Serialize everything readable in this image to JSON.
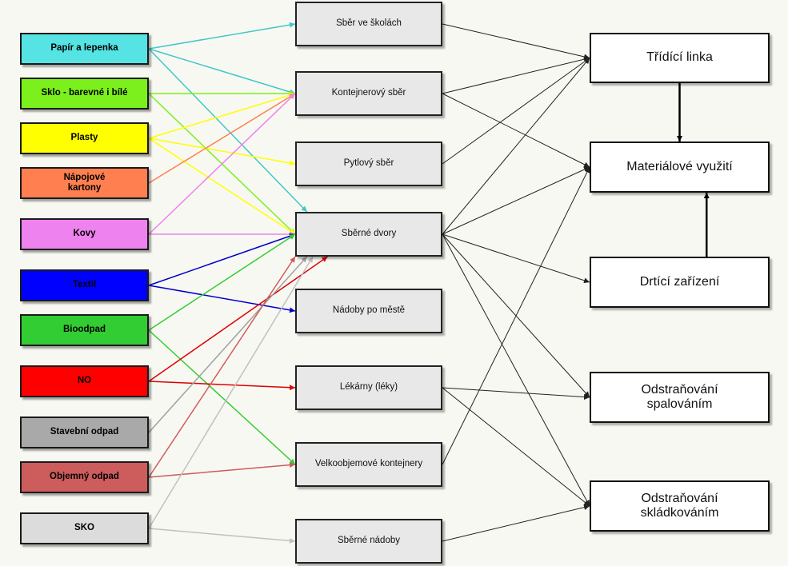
{
  "sources": [
    {
      "id": "papir",
      "label": "Papír a lepenka",
      "color": "#55e3e3"
    },
    {
      "id": "sklo",
      "label": "Sklo - barevné i bílé",
      "color": "#7cf01c"
    },
    {
      "id": "plasty",
      "label": "Plasty",
      "color": "#ffff00"
    },
    {
      "id": "napojove",
      "label": "Nápojové\nkartony",
      "color": "#ff7f50"
    },
    {
      "id": "kovy",
      "label": "Kovy",
      "color": "#ee82ee"
    },
    {
      "id": "textil",
      "label": "Textil",
      "color": "#0000ff"
    },
    {
      "id": "bioodpad",
      "label": "Bioodpad",
      "color": "#32cd32"
    },
    {
      "id": "no",
      "label": "NO",
      "color": "#ff0000"
    },
    {
      "id": "stavebni",
      "label": "Stavební odpad",
      "color": "#a9a9a9"
    },
    {
      "id": "objemny",
      "label": "Objemný odpad",
      "color": "#cd5c5c"
    },
    {
      "id": "sko",
      "label": "SKO",
      "color": "#dcdcdc"
    }
  ],
  "collection": [
    {
      "id": "skoly",
      "label": "Sběr ve školách"
    },
    {
      "id": "kontejnerovy",
      "label": "Kontejnerový sběr"
    },
    {
      "id": "pytlovy",
      "label": "Pytlový sběr"
    },
    {
      "id": "dvory",
      "label": "Sběrné dvory"
    },
    {
      "id": "nadoby_meste",
      "label": "Nádoby po městě"
    },
    {
      "id": "lekarny",
      "label": "Lékárny (léky)"
    },
    {
      "id": "velkoobjemove",
      "label": "Velkoobjemové kontejnery"
    },
    {
      "id": "sberne_nadoby",
      "label": "Sběrné nádoby"
    }
  ],
  "destinations": [
    {
      "id": "tridici",
      "label": "Třídící linka"
    },
    {
      "id": "materialove",
      "label": "Materiálové využití"
    },
    {
      "id": "drtici",
      "label": "Drtící zařízení"
    },
    {
      "id": "spalovani",
      "label": "Odstraňování\nspalováním"
    },
    {
      "id": "skladkovani",
      "label": "Odstraňování\nskládkováním"
    }
  ],
  "flows": [
    {
      "from": "papir",
      "to": "skoly",
      "color": "#40c8c8"
    },
    {
      "from": "papir",
      "to": "kontejnerovy",
      "color": "#40c8c8"
    },
    {
      "from": "papir",
      "to": "dvory",
      "color": "#40c8c8"
    },
    {
      "from": "sklo",
      "to": "kontejnerovy",
      "color": "#7cf01c"
    },
    {
      "from": "sklo",
      "to": "dvory",
      "color": "#7cf01c"
    },
    {
      "from": "plasty",
      "to": "kontejnerovy",
      "color": "#ffff00"
    },
    {
      "from": "plasty",
      "to": "pytlovy",
      "color": "#ffff00"
    },
    {
      "from": "plasty",
      "to": "dvory",
      "color": "#ffff00"
    },
    {
      "from": "napojove",
      "to": "kontejnerovy",
      "color": "#ff7f50"
    },
    {
      "from": "kovy",
      "to": "kontejnerovy",
      "color": "#ee82ee"
    },
    {
      "from": "kovy",
      "to": "dvory",
      "color": "#ee82ee"
    },
    {
      "from": "textil",
      "to": "dvory",
      "color": "#0000cc"
    },
    {
      "from": "textil",
      "to": "nadoby_meste",
      "color": "#0000cc"
    },
    {
      "from": "bioodpad",
      "to": "dvory",
      "color": "#32cd32"
    },
    {
      "from": "bioodpad",
      "to": "velkoobjemove",
      "color": "#32cd32"
    },
    {
      "from": "no",
      "to": "dvory",
      "color": "#e00000"
    },
    {
      "from": "no",
      "to": "lekarny",
      "color": "#e00000"
    },
    {
      "from": "stavebni",
      "to": "dvory",
      "color": "#a0a0a0"
    },
    {
      "from": "objemny",
      "to": "dvory",
      "color": "#cd5c5c"
    },
    {
      "from": "objemny",
      "to": "velkoobjemove",
      "color": "#cd5c5c"
    },
    {
      "from": "sko",
      "to": "dvory",
      "color": "#c0c0c0"
    },
    {
      "from": "sko",
      "to": "sberne_nadoby",
      "color": "#c0c0c0"
    },
    {
      "from": "skoly",
      "to": "tridici",
      "color": "#222222"
    },
    {
      "from": "kontejnerovy",
      "to": "tridici",
      "color": "#222222"
    },
    {
      "from": "kontejnerovy",
      "to": "materialove",
      "color": "#222222"
    },
    {
      "from": "pytlovy",
      "to": "tridici",
      "color": "#222222"
    },
    {
      "from": "dvory",
      "to": "tridici",
      "color": "#222222"
    },
    {
      "from": "dvory",
      "to": "materialove",
      "color": "#222222"
    },
    {
      "from": "dvory",
      "to": "drtici",
      "color": "#222222"
    },
    {
      "from": "dvory",
      "to": "spalovani",
      "color": "#222222"
    },
    {
      "from": "dvory",
      "to": "skladkovani",
      "color": "#222222"
    },
    {
      "from": "lekarny",
      "to": "spalovani",
      "color": "#222222"
    },
    {
      "from": "lekarny",
      "to": "skladkovani",
      "color": "#222222"
    },
    {
      "from": "velkoobjemove",
      "to": "materialove",
      "color": "#222222"
    },
    {
      "from": "sberne_nadoby",
      "to": "skladkovani",
      "color": "#222222"
    },
    {
      "from": "tridici",
      "to": "materialove",
      "color": "#000000"
    },
    {
      "from": "drtici",
      "to": "materialove",
      "color": "#000000"
    }
  ]
}
